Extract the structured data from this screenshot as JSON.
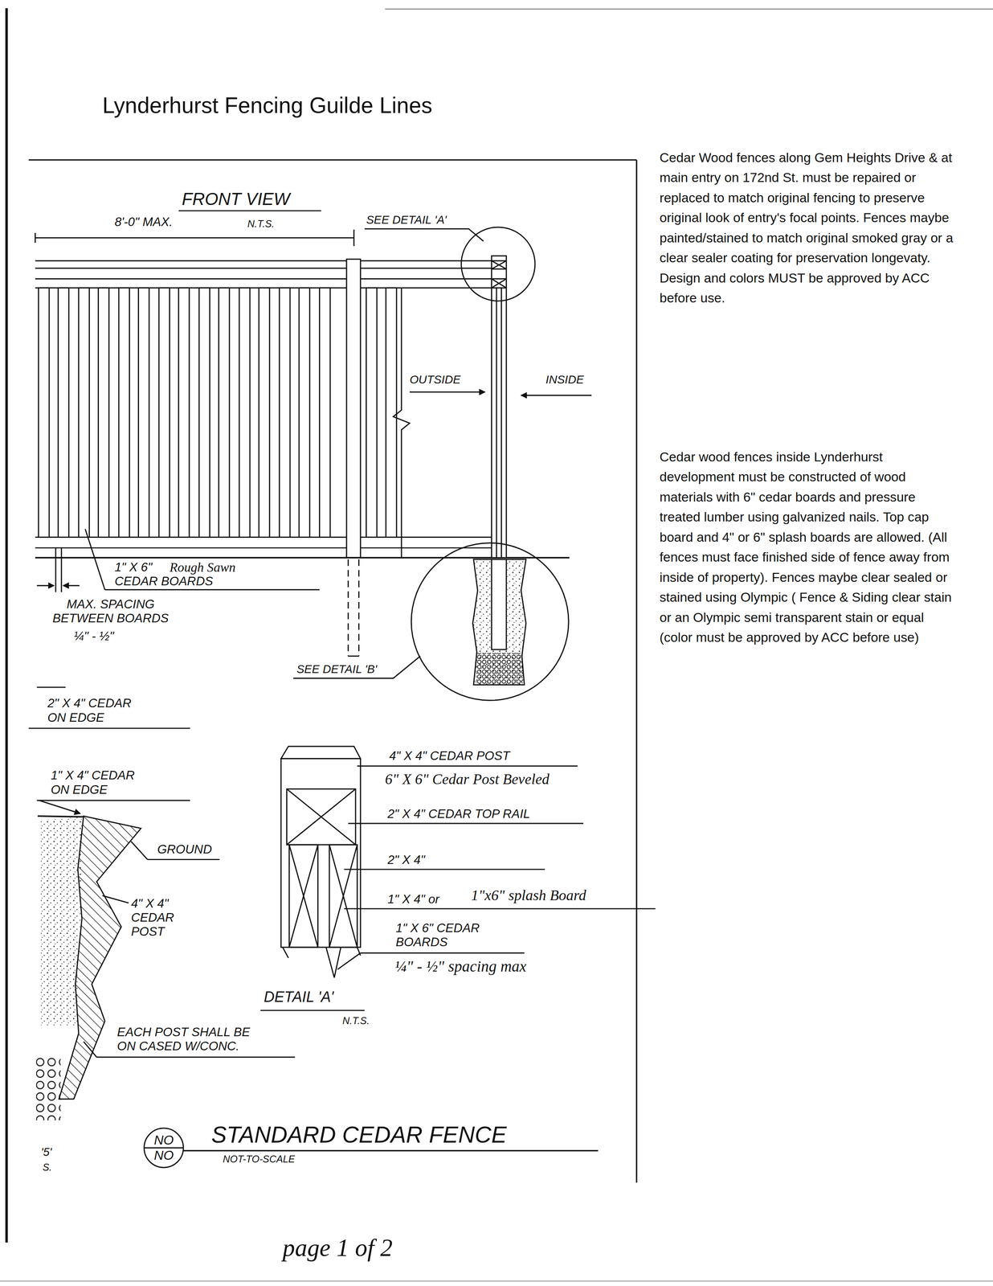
{
  "diagram": {
    "title": "Lynderhurst Fencing Guilde Lines",
    "nodes": [
      {
        "text": [
          "NO",
          "NO"
        ]
      }
    ],
    "labels": [
      "FRONT VIEW",
      "8'-0\" MAX.",
      "N.T.S.",
      "SEE DETAIL 'A'",
      "OUTSIDE",
      "INSIDE",
      "1\" X 6\"",
      "Rough Sawn",
      "CEDAR BOARDS",
      "MAX. SPACING BETWEEN BOARDS",
      "¼\" - ½\"",
      "SEE DETAIL 'B'",
      "2\" X 4\" CEDAR ON EDGE",
      "1\" X 4\" CEDAR ON EDGE",
      "GROUND",
      "4\" X 4\" CEDAR POST",
      "EACH POST SHALL BE ON CASED W/CONC.",
      "4\" X 4\" CEDAR POST",
      "6\" X 6\" Cedar Post Beveled",
      "2\" X 4\" CEDAR TOP RAIL",
      "2\" X 4\"",
      "1\" X 4\" or",
      "1\"x6\" splash Board",
      "1\" X 6\" CEDAR BOARDS",
      "¼\" - ½\" spacing max",
      "DETAIL 'A'",
      "N.T.S.",
      "STANDARD CEDAR FENCE",
      "NOT-TO-SCALE",
      "'5'",
      "S.",
      "page 1 of 2",
      "Cedar Wood fences along Gem Heights Drive & at main entry on 172nd St. must be repaired or replaced to match original fencing to preserve original look of entry's focal points. Fences maybe painted/stained to match original smoked gray or a clear sealer coating for preservation longevaty. Design and colors MUST be approved by ACC before use.",
      "Cedar wood fences inside Lynderhurst development must be constructed of wood materials with 6\" cedar boards and pressure treated lumber using galvanized nails. Top cap board and 4\" or 6\" splash boards are allowed. (All fences must face finished side of fence away from inside of property). Fences maybe clear sealed or stained using Olympic ( Fence & Siding clear stain or an Olympic semi transparent stain or equal (color must be approved by ACC before use)"
    ]
  }
}
